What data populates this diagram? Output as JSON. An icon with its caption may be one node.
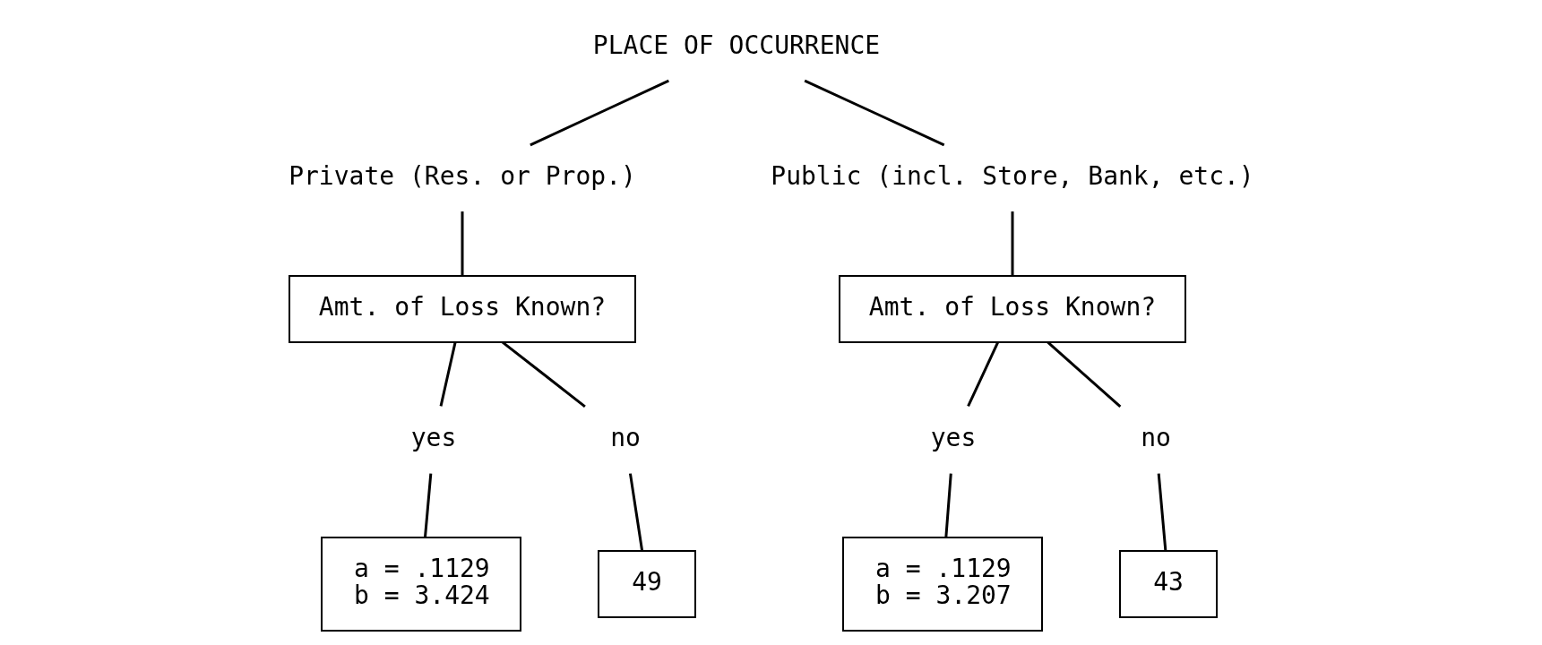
{
  "diagram": {
    "nodes": [
      {
        "text": [
          "PLACE OF OCCURRENCE"
        ]
      },
      {
        "text": [
          "Private (Res. or Prop.)"
        ]
      },
      {
        "text": [
          "Public (incl. Store, Bank, etc.)"
        ]
      },
      {
        "text": [
          "Amt. of Loss Known?"
        ]
      },
      {
        "text": [
          "Amt. of Loss Known?"
        ]
      },
      {
        "text": [
          "yes"
        ]
      },
      {
        "text": [
          "no"
        ]
      },
      {
        "text": [
          "yes"
        ]
      },
      {
        "text": [
          "no"
        ]
      },
      {
        "text": [
          "a = .1129",
          "b = 3.424"
        ]
      },
      {
        "text": [
          "49"
        ]
      },
      {
        "text": [
          "a = .1129",
          "b = 3.207"
        ]
      },
      {
        "text": [
          "43"
        ]
      }
    ],
    "edges": [
      {
        "from": 0,
        "to": 1,
        "arrow": "none"
      },
      {
        "from": 0,
        "to": 2,
        "arrow": "none"
      },
      {
        "from": 1,
        "to": 3,
        "arrow": "none"
      },
      {
        "from": 2,
        "to": 4,
        "arrow": "none"
      },
      {
        "from": 3,
        "to": 5,
        "arrow": "none"
      },
      {
        "from": 3,
        "to": 6,
        "arrow": "none"
      },
      {
        "from": 4,
        "to": 7,
        "arrow": "none"
      },
      {
        "from": 4,
        "to": 8,
        "arrow": "none"
      },
      {
        "from": 5,
        "to": 9,
        "arrow": "none"
      },
      {
        "from": 6,
        "to": 10,
        "arrow": "none"
      },
      {
        "from": 7,
        "to": 11,
        "arrow": "none"
      },
      {
        "from": 8,
        "to": 12,
        "arrow": "none"
      }
    ]
  }
}
